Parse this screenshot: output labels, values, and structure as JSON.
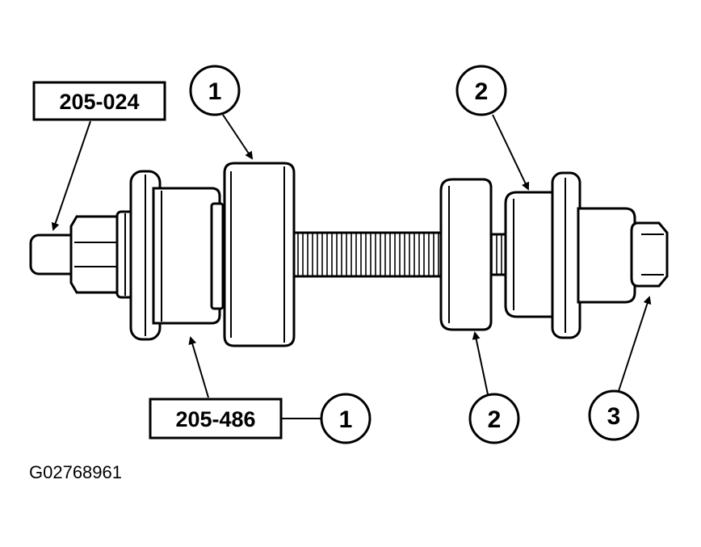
{
  "tool_labels": {
    "left_nut_tool": "205-024",
    "receiver_cup_tool": "205-486"
  },
  "callouts": {
    "top_left": "1",
    "top_right": "2",
    "bottom_mid_left": "1",
    "bottom_mid_right": "2",
    "bottom_right": "3"
  },
  "figure_id": "G02768961",
  "colors": {
    "ink": "#000000",
    "paper": "#ffffff"
  }
}
